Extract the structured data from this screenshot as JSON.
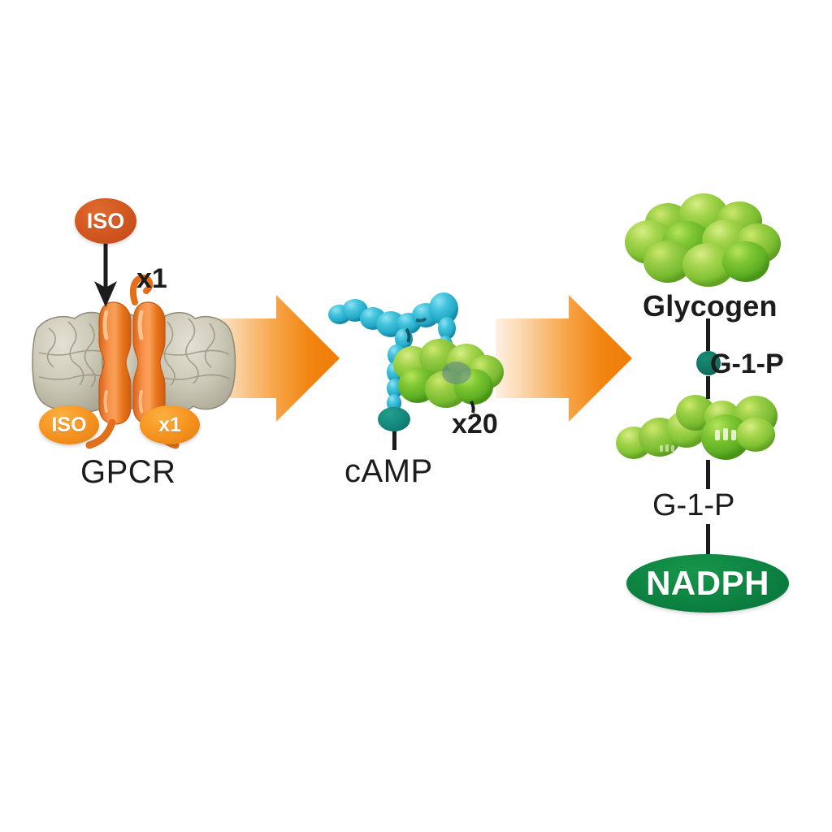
{
  "diagram": {
    "title_visible": false,
    "background_color": "#ffffff",
    "stages": [
      {
        "id": "gpcr",
        "caption": "GPCR",
        "badges": [
          {
            "name": "iso-top",
            "text": "ISO",
            "color": "#d1551f"
          },
          {
            "name": "iso-bottom-left",
            "text": "ISO",
            "color": "#f5911e"
          },
          {
            "name": "x1-bottom-right",
            "text": "x1",
            "color": "#f5911e"
          }
        ],
        "annotation": "x1",
        "membrane_color": "#c9c6b4",
        "receptor_color": "#ef7f20"
      },
      {
        "id": "camp",
        "caption": "cAMP",
        "annotation": "x20",
        "chain_color": "#2bb3cc",
        "cluster_color": "#6dbe31",
        "dot_color": "#138679"
      },
      {
        "id": "glycogen",
        "caption": "Glycogen",
        "node_top_label": "G-1-P",
        "node_bottom_label": "G-1-P",
        "terminal_label": "NADPH",
        "terminal_color": "#0c8040",
        "node_dot_color": "#10725e",
        "cluster_color": "#8cc63f"
      }
    ],
    "arrows": [
      {
        "name": "arrow-gpcr-to-camp",
        "from": "GPCR",
        "to": "cAMP",
        "color_start": "#fde2c6",
        "color_end": "#f07c0c"
      },
      {
        "name": "arrow-camp-to-glycogen",
        "from": "cAMP",
        "to": "Glycogen",
        "color_start": "#fde2c6",
        "color_end": "#f07c0c"
      }
    ]
  }
}
